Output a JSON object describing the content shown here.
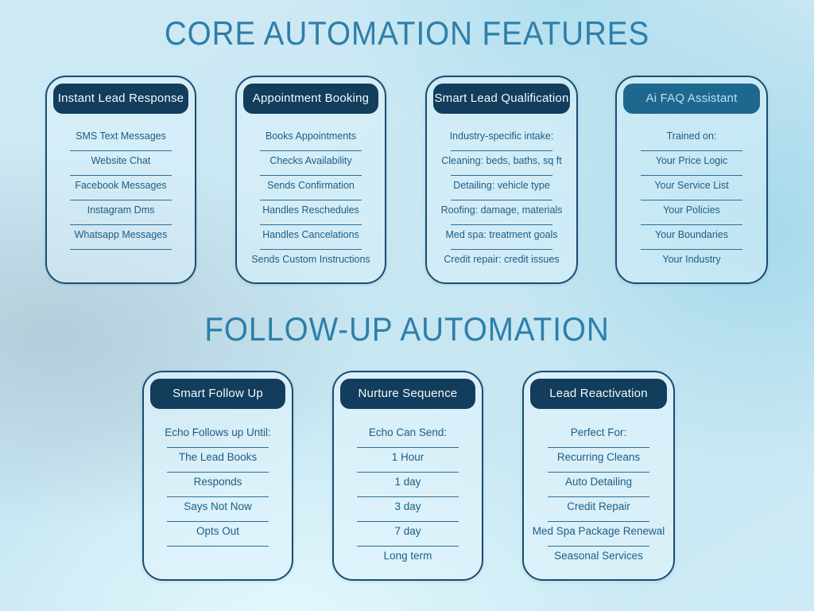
{
  "titles": {
    "core": "CORE AUTOMATION FEATURES",
    "followup": "FOLLOW-UP AUTOMATION"
  },
  "colors": {
    "title_text": "#2e7fa9",
    "header_dark": "#123d5d",
    "header_light": "#1e6890",
    "header_light_text": "#b5e2f2",
    "card_border": "#1a4d70",
    "item_text": "#1d5d85",
    "separator": "#2f6e93",
    "background_base": "#c9e7f2"
  },
  "core_cards": [
    {
      "title": "Instant Lead Response",
      "items": [
        "SMS Text Messages",
        "Website Chat",
        "Facebook Messages",
        "Instagram Dms",
        "Whatsapp Messages"
      ],
      "underline_last": true,
      "header_variant": "dark"
    },
    {
      "title": "Appointment Booking",
      "items": [
        "Books Appointments",
        "Checks Availability",
        "Sends Confirmation",
        "Handles Reschedules",
        "Handles Cancelations",
        "Sends Custom Instructions"
      ],
      "underline_last": false,
      "header_variant": "dark"
    },
    {
      "title": "Smart Lead Qualification",
      "items": [
        "Industry-specific intake:",
        "Cleaning: beds, baths, sq ft",
        "Detailing: vehicle type",
        "Roofing: damage, materials",
        "Med spa: treatment goals",
        "Credit repair: credit issues"
      ],
      "underline_last": false,
      "header_variant": "dark"
    },
    {
      "title": "Ai FAQ Assistant",
      "items": [
        "Trained on:",
        "Your Price Logic",
        "Your Service List",
        "Your Policies",
        "Your Boundaries",
        "Your Industry"
      ],
      "underline_last": false,
      "header_variant": "light"
    }
  ],
  "followup_cards": [
    {
      "title": "Smart Follow Up",
      "items": [
        "Echo Follows up Until:",
        "The Lead Books",
        "Responds",
        "Says Not Now",
        "Opts Out"
      ],
      "underline_last": true,
      "header_variant": "dark"
    },
    {
      "title": "Nurture Sequence",
      "items": [
        "Echo Can Send:",
        "1 Hour",
        "1 day",
        "3 day",
        "7 day",
        "Long term"
      ],
      "underline_last": false,
      "header_variant": "dark"
    },
    {
      "title": "Lead Reactivation",
      "items": [
        "Perfect For:",
        "Recurring Cleans",
        "Auto Detailing",
        "Credit Repair",
        "Med Spa Package Renewal",
        "Seasonal Services"
      ],
      "underline_last": false,
      "header_variant": "dark"
    }
  ]
}
